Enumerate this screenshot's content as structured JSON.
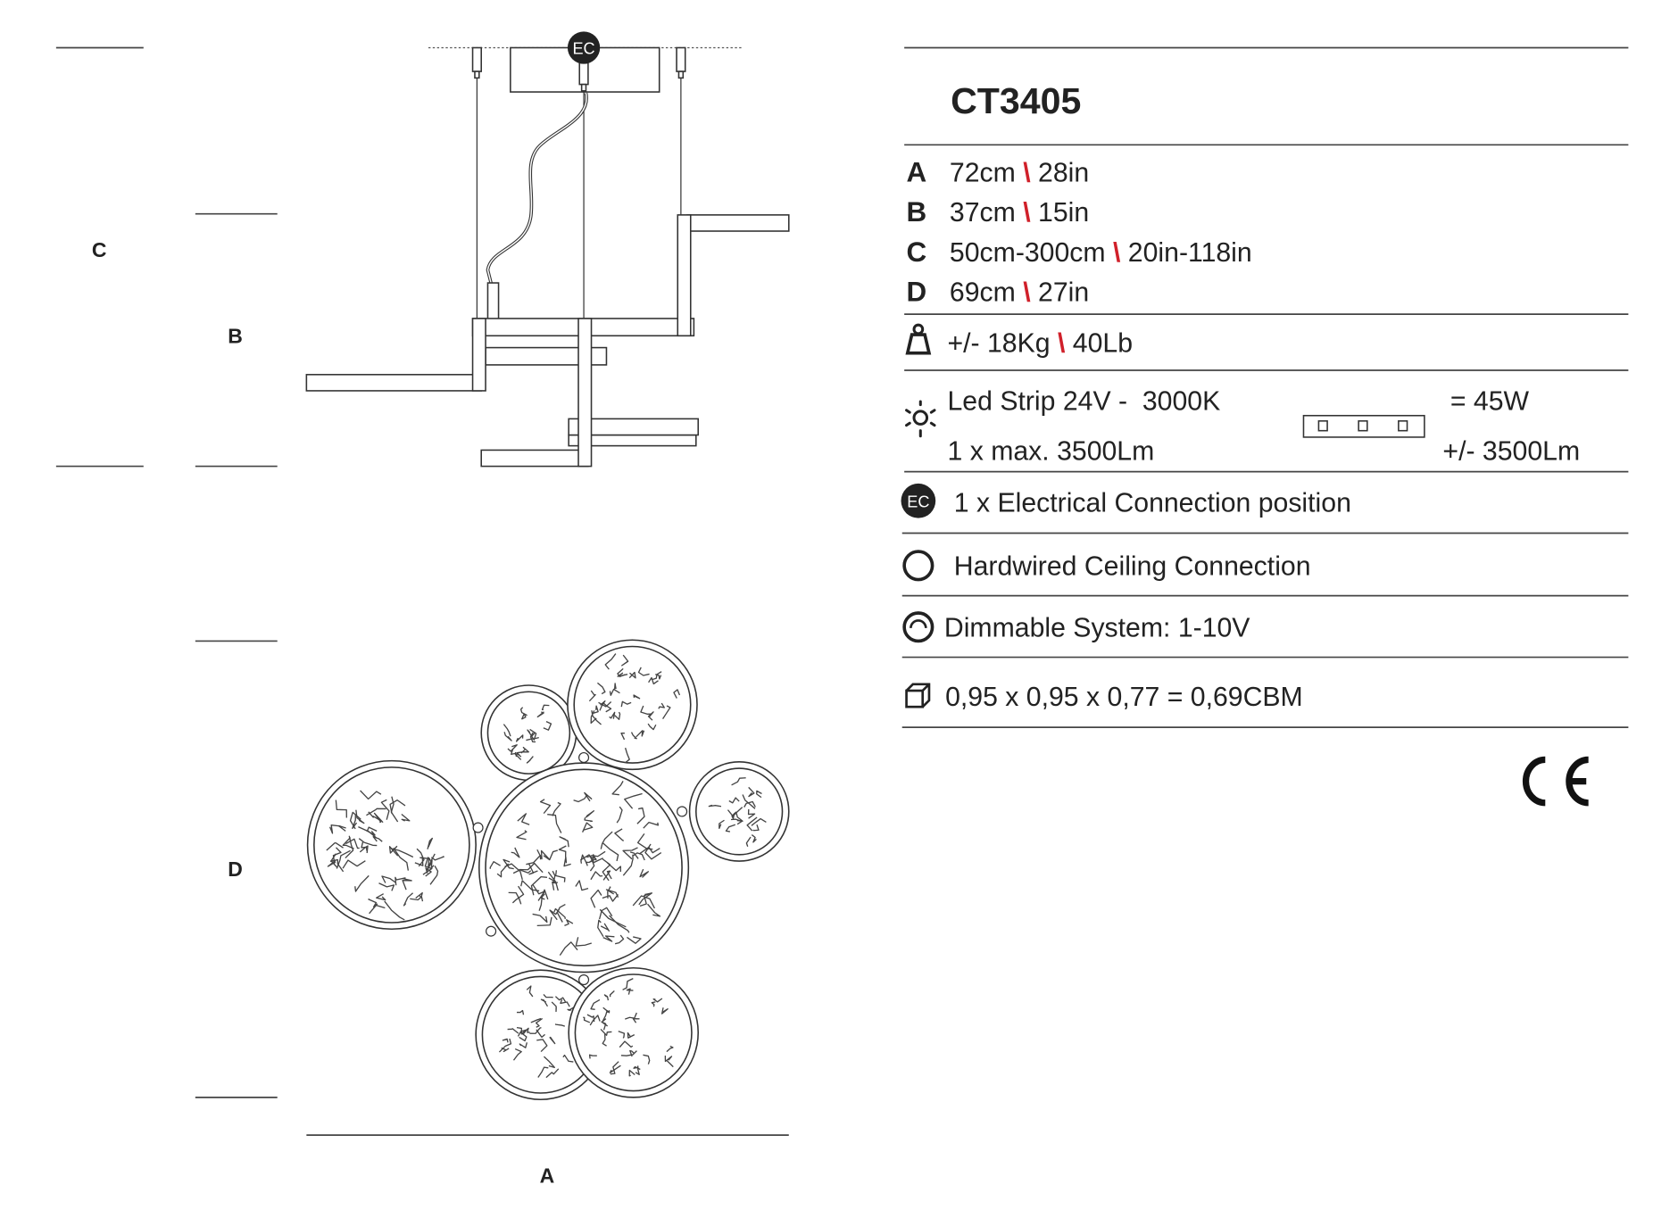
{
  "product": {
    "code": "CT3405"
  },
  "separator": "\\",
  "dimensions": [
    {
      "letter": "A",
      "metric": "72cm",
      "imperial": "28in"
    },
    {
      "letter": "B",
      "metric": "37cm",
      "imperial": "15in"
    },
    {
      "letter": "C",
      "metric": "50cm-300cm",
      "imperial": "20in-118in"
    },
    {
      "letter": "D",
      "metric": "69cm",
      "imperial": "27in"
    }
  ],
  "weight": {
    "metric": "+/- 18Kg",
    "imperial": "40Lb",
    "icon": "weight-icon"
  },
  "led": {
    "line1": "Led Strip 24V -  3000K",
    "line2": "1 x max. 3500Lm",
    "power": "= 45W",
    "lumen": "+/- 3500Lm",
    "icon": "sun-icon"
  },
  "ec": {
    "badge": "EC",
    "text": "1 x Electrical Connection position"
  },
  "hardwired": {
    "text": "Hardwired Ceiling Connection",
    "icon": "circle-icon"
  },
  "dimmable": {
    "text": "Dimmable System: 1-10V",
    "icon": "dimmer-icon"
  },
  "packaging": {
    "text": "0,95 x 0,95 x 0,77 = 0,69CBM",
    "icon": "box-icon"
  },
  "certification": {
    "mark": "CE"
  },
  "drawing": {
    "labels": {
      "A": "A",
      "B": "B",
      "C": "C",
      "D": "D"
    },
    "ec_badge": "EC"
  },
  "colors": {
    "accent": "#d0202a",
    "ink": "#222222"
  }
}
